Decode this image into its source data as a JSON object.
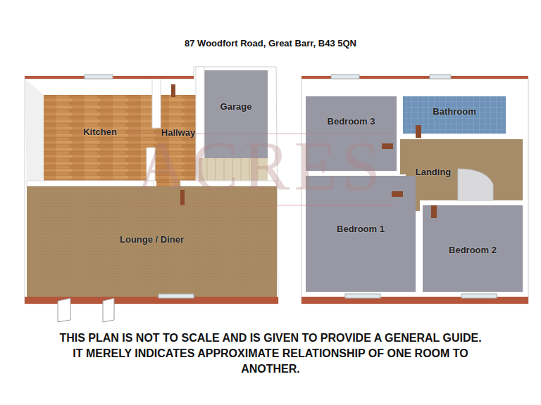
{
  "diagram": {
    "title": "87 Woodfort Road, Great Barr, B43 5QN",
    "caption": "THIS PLAN IS NOT TO SCALE AND IS GIVEN TO PROVIDE A GENERAL GUIDE. IT MERELY INDICATES APPROXIMATE RELATIONSHIP OF ONE ROOM TO ANOTHER.",
    "nodes": [
      {
        "text": [
          "Kitchen"
        ]
      },
      {
        "text": [
          "Hallway"
        ]
      },
      {
        "text": [
          "Garage"
        ]
      },
      {
        "text": [
          "Lounge / Diner"
        ]
      },
      {
        "text": [
          "Bedroom 3"
        ]
      },
      {
        "text": [
          "Bathroom"
        ]
      },
      {
        "text": [
          "Landing"
        ]
      },
      {
        "text": [
          "Bedroom 1"
        ]
      },
      {
        "text": [
          "Bedroom 2"
        ]
      }
    ],
    "labels": [
      "ACRES"
    ]
  }
}
